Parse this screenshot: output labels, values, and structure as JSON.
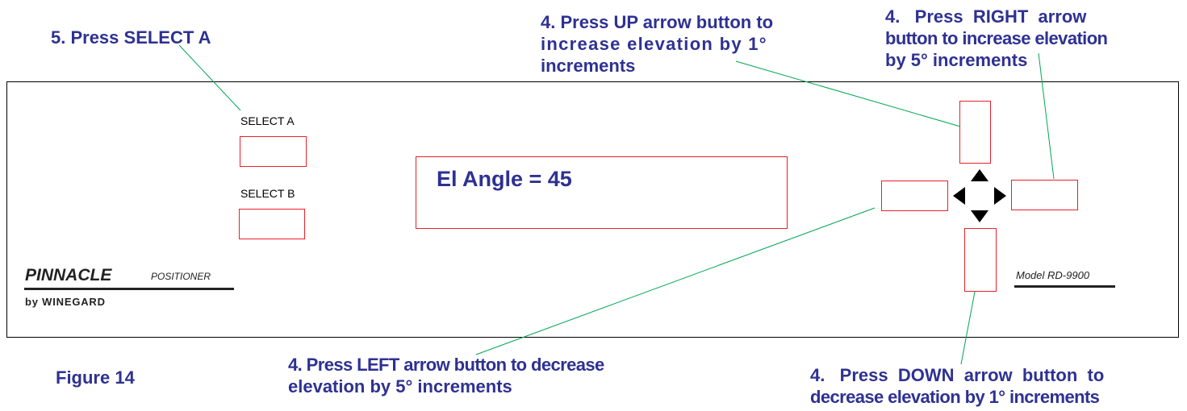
{
  "callouts": {
    "select_a": "5. Press SELECT A",
    "up": "4. Press UP arrow button to increase elevation by 1° increments",
    "up_l1": "4. Press UP arrow button to",
    "up_l2": "increase elevation by 1°",
    "up_l3": "increments",
    "right_l1": "4.   Press  RIGHT  arrow",
    "right_l2": "button to increase elevation",
    "right_l3": "by 5° increments",
    "left_l1": "4. Press LEFT arrow button to decrease",
    "left_l2": "elevation by 5° increments",
    "down_l1": "4.   Press  DOWN  arrow  button  to",
    "down_l2": "decrease elevation by 1° increments"
  },
  "figure_label": "Figure 14",
  "panel": {
    "select_a_label": "SELECT A",
    "select_b_label": "SELECT B",
    "display_text": "El Angle = 45",
    "brand_name": "PINNACLE",
    "brand_sub": "POSITIONER",
    "brand_by": "by WINEGARD",
    "model": "Model RD-9900"
  },
  "colors": {
    "callout_text": "#2e3192",
    "leader_line": "#00a651",
    "button_outline": "#e8212b"
  },
  "icons": [
    "up-arrow-icon",
    "down-arrow-icon",
    "left-arrow-icon",
    "right-arrow-icon"
  ]
}
